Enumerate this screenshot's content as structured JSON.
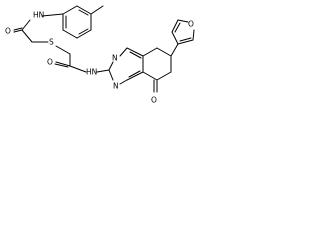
{
  "diagram": {
    "type": "chemical-structure",
    "atoms": [
      {
        "id": "n_anilide",
        "label": "HN"
      },
      {
        "id": "o_anilide",
        "label": "O"
      },
      {
        "id": "s_thioether",
        "label": "S"
      },
      {
        "id": "o_amide",
        "label": "O"
      },
      {
        "id": "n_amide",
        "label": "HN"
      },
      {
        "id": "n_pyrimidine_1",
        "label": "N"
      },
      {
        "id": "n_pyrimidine_2",
        "label": "N"
      },
      {
        "id": "o_furan",
        "label": "O"
      },
      {
        "id": "o_ketone",
        "label": "O"
      }
    ],
    "colors": {
      "bond": "#000000",
      "label": "#000000",
      "background": "#ffffff"
    }
  }
}
